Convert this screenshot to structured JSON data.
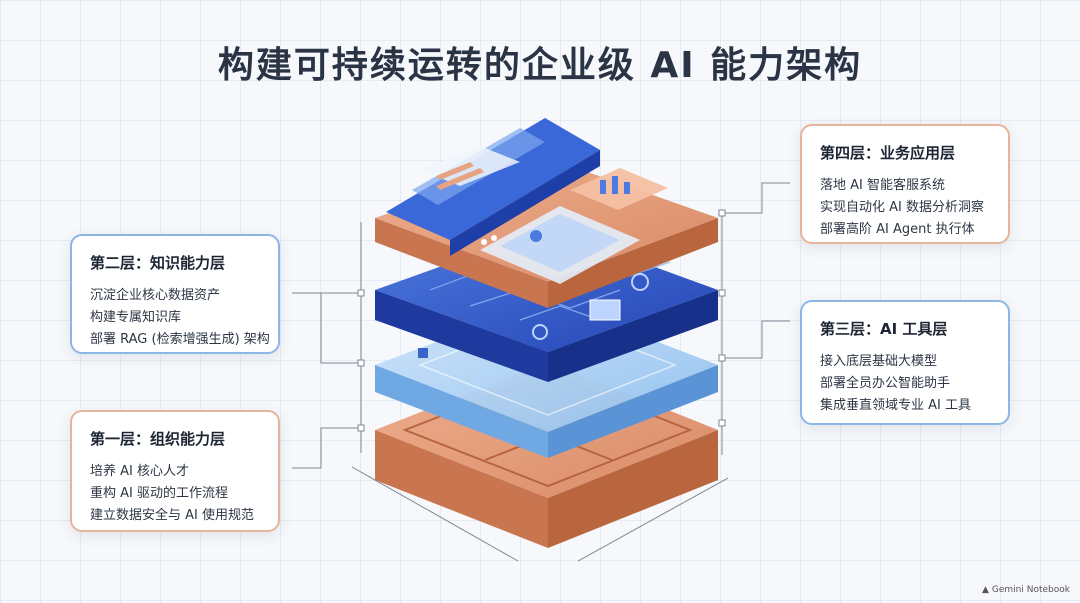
{
  "page_title": "构建可持续运转的企业级 AI 能力架构",
  "layers": [
    {
      "id": "layer4",
      "title": "第四层：业务应用层",
      "lines": [
        "落地 AI 智能客服系统",
        "实现自动化 AI 数据分析洞察",
        "部署高阶 AI Agent 执行体"
      ]
    },
    {
      "id": "layer2",
      "title": "第二层：知识能力层",
      "lines": [
        "沉淀企业核心数据资产",
        "构建专属知识库",
        "部署 RAG (检索增强生成) 架构"
      ]
    },
    {
      "id": "layer3",
      "title": "第三层：AI 工具层",
      "lines": [
        "接入底层基础大模型",
        "部署全员办公智能助手",
        "集成垂直领域专业 AI 工具"
      ]
    },
    {
      "id": "layer1",
      "title": "第一层：组织能力层",
      "lines": [
        "培养 AI 核心人才",
        "重构 AI 驱动的工作流程",
        "建立数据安全与 AI 使用规范"
      ]
    }
  ],
  "watermark": "Gemini Notebook",
  "colors": {
    "blue_dark": "#2f55c8",
    "blue_light": "#8fc0ee",
    "orange": "#d98a66",
    "border_blue": "#8cb6e6",
    "border_orange": "#e7b39c"
  }
}
